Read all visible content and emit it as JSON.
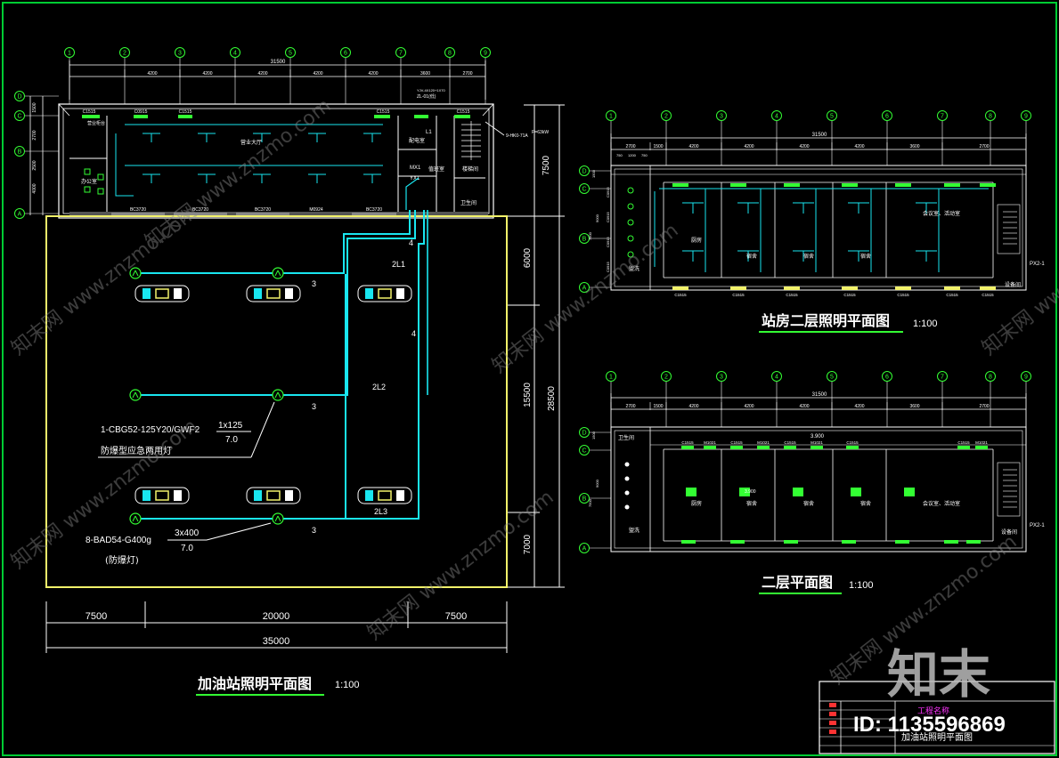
{
  "colors": {
    "background": "#000000",
    "border": "#00cc33",
    "wall": "#ffffff",
    "wire": "#19e6f0",
    "fixture": "#33ff33",
    "canopy": "#f2f26a",
    "axis": "#33ff33",
    "accent": "#ff33ff",
    "watermark": "#8a8a8a"
  },
  "main_plan": {
    "title": "加油站照明平面图",
    "scale": "1:100",
    "dims_bottom": [
      "7500",
      "20000",
      "7500"
    ],
    "dims_total": "35000",
    "dims_right": [
      "6000",
      "15500",
      "7000"
    ],
    "dims_right_total": "28500",
    "dim_right_top": "7500",
    "dims_top_total": "31500",
    "dims_top": [
      "4200",
      "4200",
      "4200",
      "4200",
      "4200",
      "3600",
      "2700"
    ],
    "axis_cols": [
      "1",
      "2",
      "3",
      "4",
      "5",
      "6",
      "7",
      "8",
      "9"
    ],
    "axis_rows": [
      "D",
      "C",
      "B",
      "A"
    ],
    "left_dims": [
      "1500",
      "2700",
      "2500",
      "4000"
    ],
    "circuits": [
      "2L1",
      "2L2",
      "2L3"
    ],
    "wire_counts": [
      "3",
      "3",
      "3",
      "4",
      "4"
    ],
    "room_labels": [
      "营业大厅",
      "配电室",
      "楼梯间",
      "办公室",
      "卫生间",
      "营业柜台",
      "值班室"
    ],
    "window_labels": [
      "C1515",
      "C0915",
      "C1515",
      "C1515",
      "C1515"
    ],
    "door_labels": [
      "BC3720",
      "BC3720",
      "BC3720",
      "M0924",
      "BC3720"
    ],
    "panel_labels": [
      "MX1",
      "YX1",
      "L1"
    ],
    "supply_note": "ZL-01(低)",
    "supply_cable": "YJV-4X120+1X70",
    "supply_meter": "9-HK0-71A",
    "supply_power": "P=63kW",
    "annotation_1": {
      "model": "1-CBG52-125Y20/GWF2",
      "num": "1x125",
      "den": "7.0",
      "desc": "防爆型应急两用灯"
    },
    "annotation_2": {
      "model": "8-BAD54-G400g",
      "num": "3x400",
      "den": "7.0",
      "desc": "(防爆灯)"
    }
  },
  "second_floor_lighting": {
    "title": "站房二层照明平面图",
    "scale": "1:100",
    "axis_cols": [
      "1",
      "2",
      "3",
      "4",
      "5",
      "6",
      "7",
      "8",
      "9"
    ],
    "axis_rows": [
      "D",
      "C",
      "B",
      "A"
    ],
    "dims_total": "31500",
    "dims_top": [
      "2700",
      "1500",
      "4200",
      "4200",
      "4200",
      "4200",
      "3600",
      "2700"
    ],
    "left_dims": [
      "1500",
      "7500",
      "9000"
    ],
    "sub_dims": [
      "750",
      "1200",
      "750"
    ],
    "room_labels": [
      "厨房",
      "宿舍",
      "宿舍",
      "宿舍",
      "会议室、活动室",
      "盥洗",
      "设备间"
    ],
    "window_label": "C1515",
    "side_labels": [
      "C0915",
      "C0915",
      "C0915",
      "C0915"
    ],
    "panel_label": "PX2-1"
  },
  "second_floor_plan": {
    "title": "二层平面图",
    "scale": "1:100",
    "axis_cols": [
      "1",
      "2",
      "3",
      "4",
      "5",
      "6",
      "7",
      "8",
      "9"
    ],
    "axis_rows": [
      "D",
      "C",
      "B",
      "A"
    ],
    "dims_total": "31500",
    "dims_top": [
      "2700",
      "1500",
      "4200",
      "4200",
      "4200",
      "4200",
      "3600",
      "2700"
    ],
    "left_dims": [
      "1500",
      "7500",
      "9000"
    ],
    "room_labels": [
      "厨房",
      "宿舍",
      "宿舍",
      "宿舍",
      "会议室、活动室",
      "盥洗",
      "设备间",
      "卫生间"
    ],
    "window_labels": [
      "C1515",
      "M1021",
      "C1515",
      "M1021",
      "C1515",
      "M1021",
      "C1515",
      "C1515",
      "M1021"
    ],
    "level_mark": "3.900",
    "panel_label": "PX2-1"
  },
  "title_block": {
    "drawing_name": "加油站照明平面图",
    "project": "工程名称"
  },
  "watermark": {
    "site": "知末网 www.znzmo.com",
    "logo": "知末",
    "id": "ID: 1135596869"
  }
}
